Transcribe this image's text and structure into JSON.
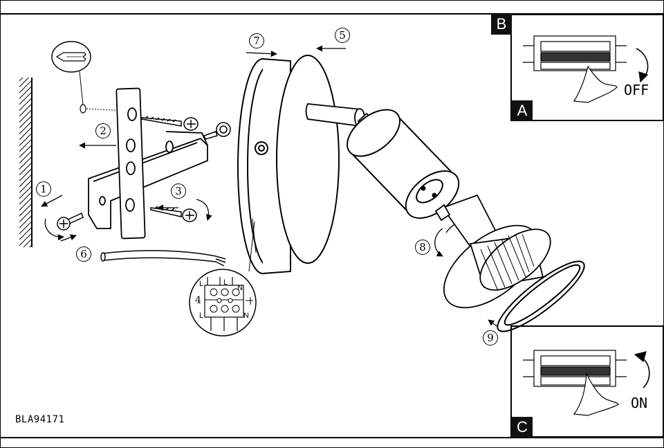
{
  "model_code": "BLA94171",
  "panels": {
    "off": {
      "tag_top": "B",
      "tag_bottom": "A",
      "label": "OFF"
    },
    "on": {
      "tag": "C",
      "label": "ON"
    }
  },
  "steps": [
    "1",
    "2",
    "3",
    "4",
    "5",
    "6",
    "7",
    "8",
    "9"
  ],
  "terminals": {
    "l_top": "L",
    "l_top2": "L",
    "n_top": "N",
    "l_bottom": "L",
    "n_bottom": "N"
  }
}
